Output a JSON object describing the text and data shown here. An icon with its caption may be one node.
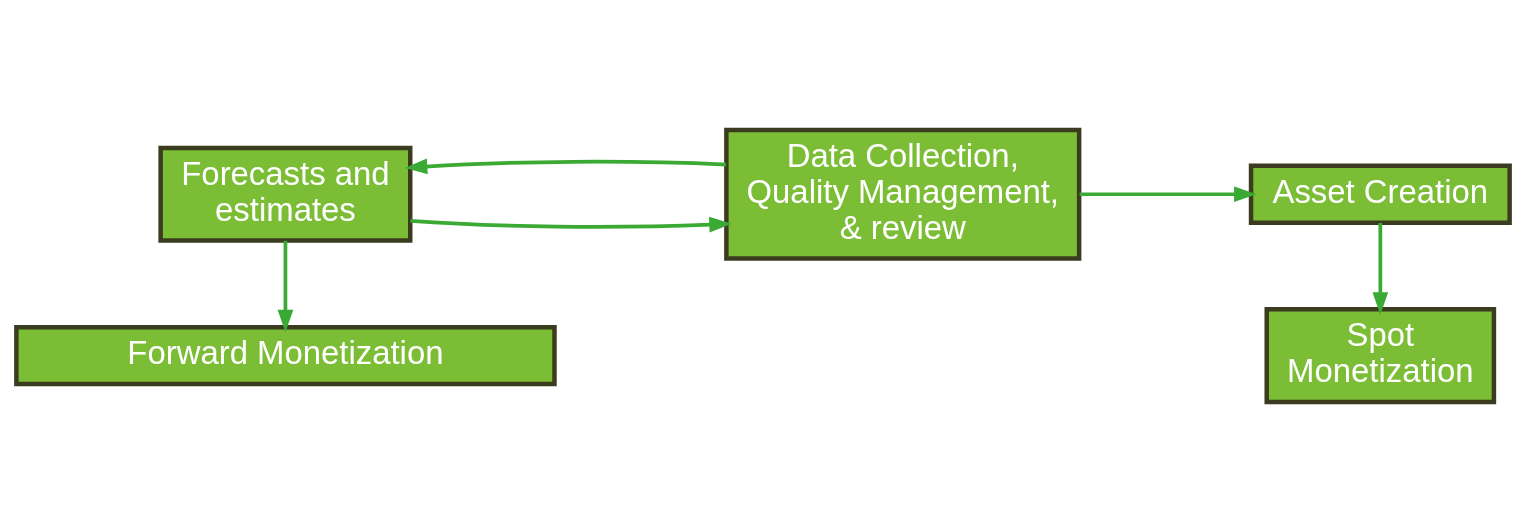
{
  "diagram": {
    "nodes": [
      {
        "text": [
          "Forecasts and estimates"
        ]
      },
      {
        "text": [
          "Data Collection, Quality Management, & review"
        ]
      },
      {
        "text": [
          "Asset Creation"
        ]
      },
      {
        "text": [
          "Forward Monetization"
        ]
      },
      {
        "text": [
          "Spot Monetization"
        ]
      }
    ],
    "edges": [
      {
        "from": 0,
        "to": 1,
        "arrow": "to"
      },
      {
        "from": 1,
        "to": 0,
        "arrow": "to"
      },
      {
        "from": 1,
        "to": 2,
        "arrow": "to"
      },
      {
        "from": 0,
        "to": 3,
        "arrow": "to"
      },
      {
        "from": 2,
        "to": 4,
        "arrow": "to"
      }
    ]
  }
}
